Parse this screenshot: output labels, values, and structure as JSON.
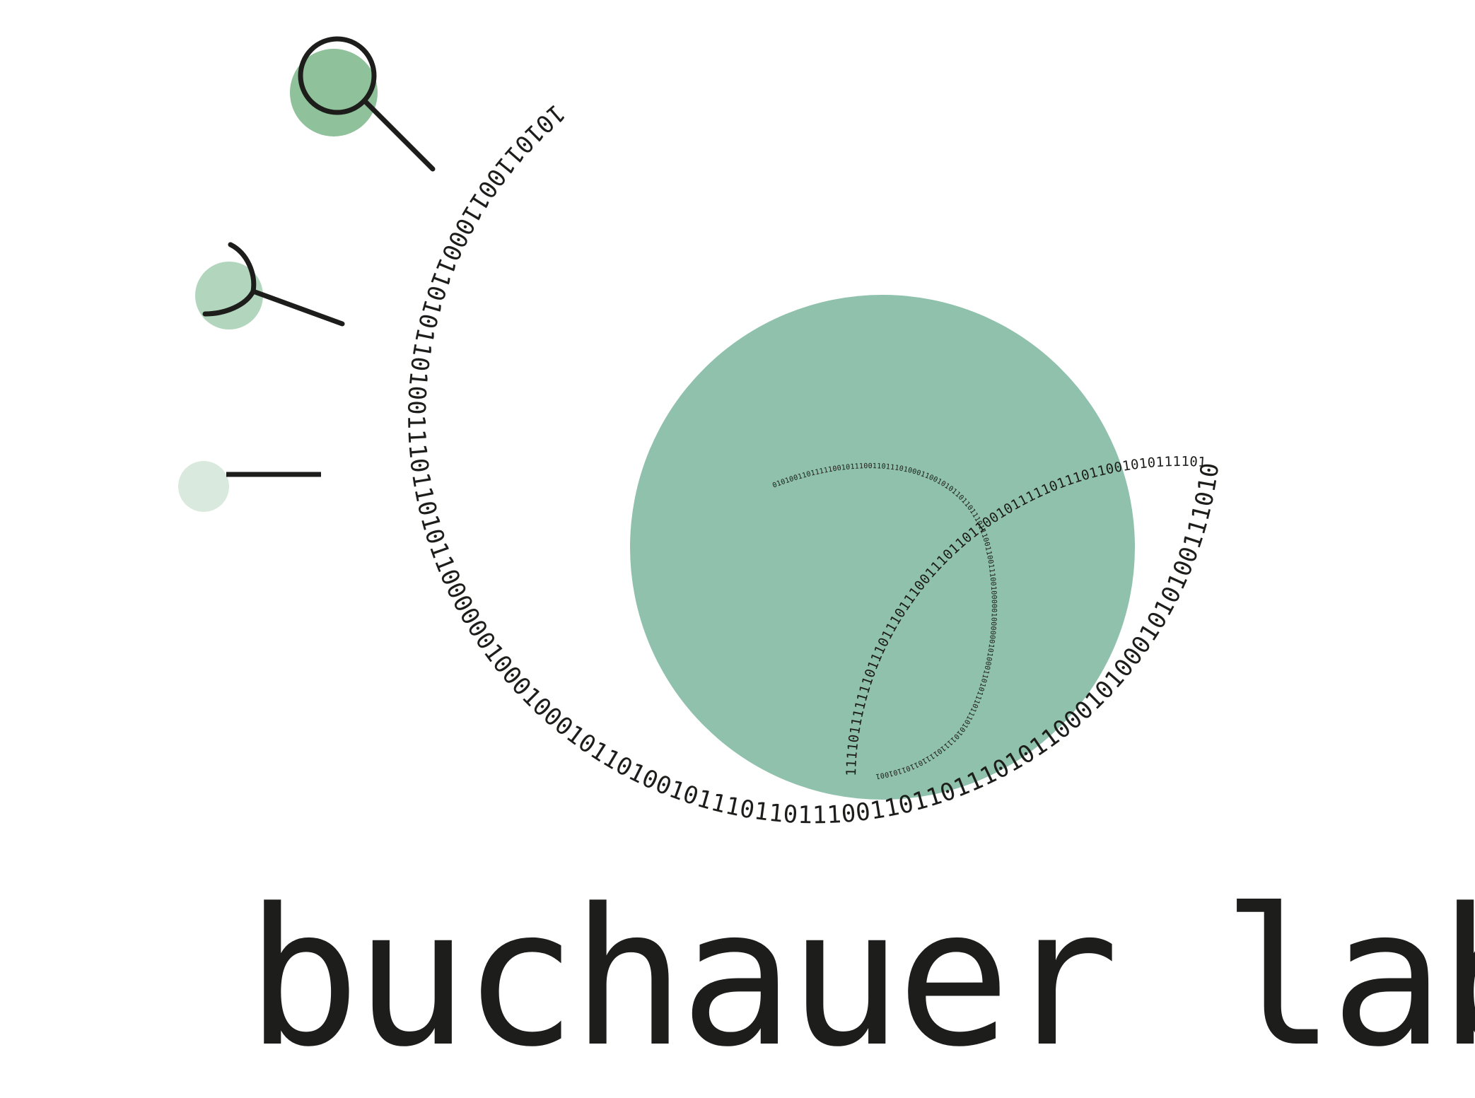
{
  "logo": {
    "title": "buchauer lab",
    "outer_binary": "101011001100011010110100111011010110000001000100010110100101110110111001101101110101100010100010101001110101110110011000000101011011101001101001001011101111101010111010110001000111001110011010101110111001100111001100110011101101001011000001010001001",
    "middle_binary": "11110111111101110111011100111011011001011111011101100101011110111101010100100101000000001100101000000000100011011110110011000110011000100011000000010000000100100101101101110011001100110011001010101100011011100100011010100110011101110101101111",
    "inner_binary": "0101001101111100101110011011101000110010101101101110111001100111001000001000000101000110101110111010101111011110110110100111"
  },
  "colors": {
    "main_circle": "#8fc1ac",
    "magnifier_dot": "#8fc19a",
    "antibody_dot": "#b2d6bd",
    "small_dot": "#d9e9dd",
    "ink": "#1d1d1b"
  }
}
